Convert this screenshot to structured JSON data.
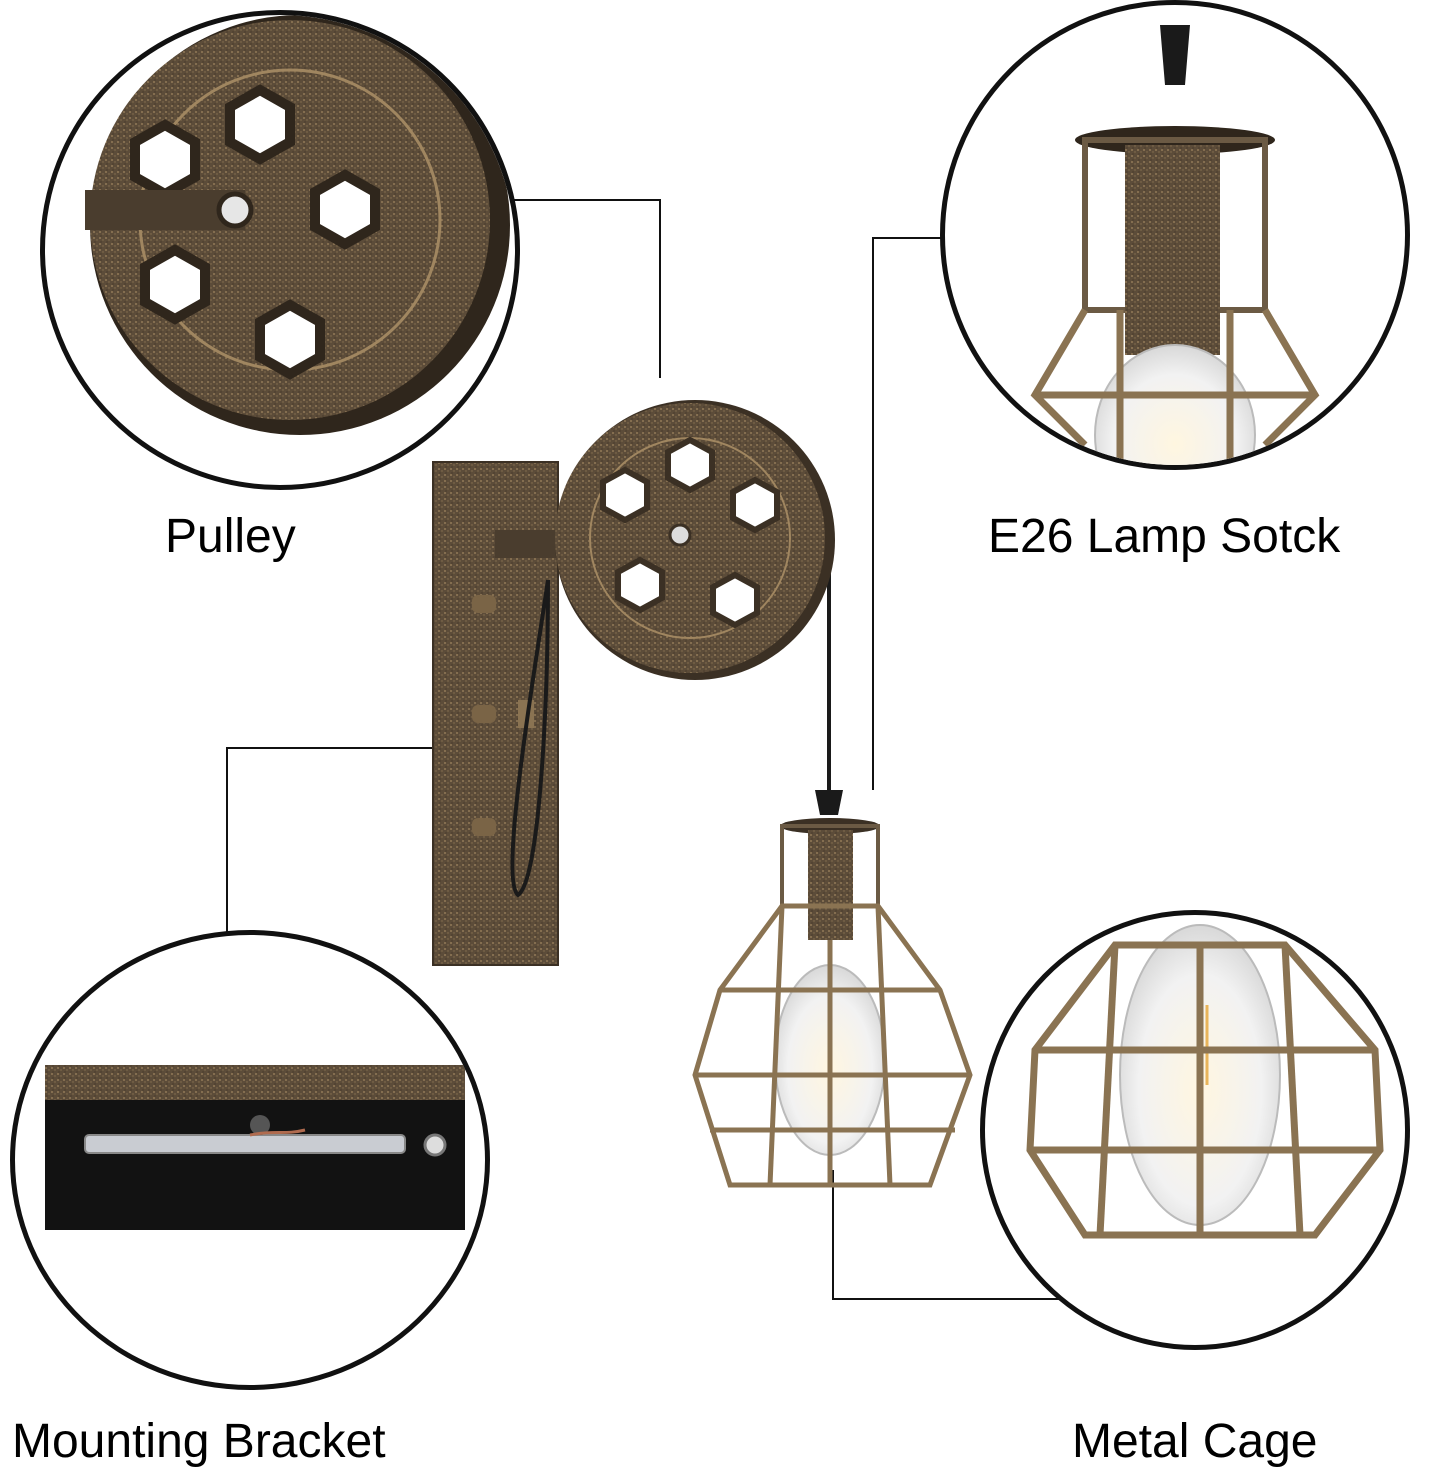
{
  "diagram": {
    "type": "product-component-callouts",
    "subject": "Pulley wall sconce lamp with metal cage",
    "colors": {
      "background": "#ffffff",
      "label_text": "#000000",
      "connector_line": "#111111",
      "circle_border": "#111111",
      "bronze_dark": "#4a3d2e",
      "bronze_mid": "#6b5a44",
      "bronze_light": "#a08660",
      "cable": "#1a1a1a"
    },
    "callouts": [
      {
        "id": "pulley",
        "label": "Pulley",
        "position": "top-left"
      },
      {
        "id": "socket",
        "label": "E26 Lamp Sotck",
        "position": "top-right"
      },
      {
        "id": "bracket",
        "label": "Mounting Bracket",
        "position": "bottom-left"
      },
      {
        "id": "cage",
        "label": "Metal Cage",
        "position": "bottom-right"
      }
    ]
  }
}
